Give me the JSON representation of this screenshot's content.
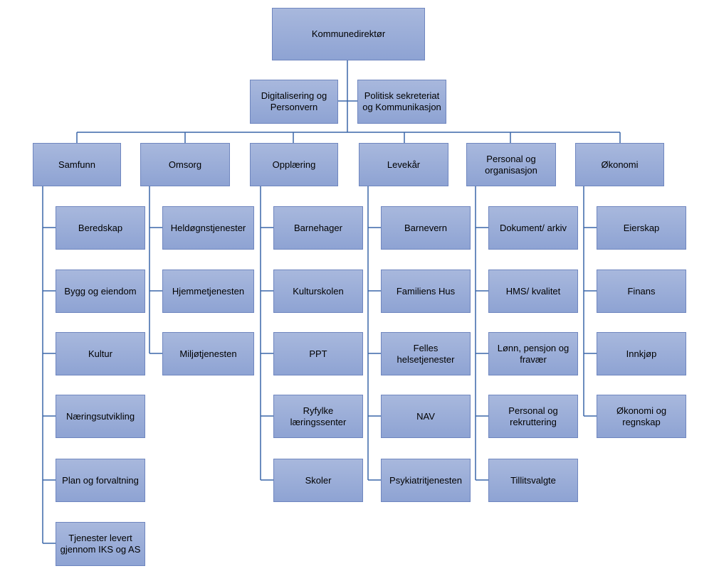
{
  "chart": {
    "top": "Kommunedirektør",
    "staff": [
      "Digitalisering og\nPersonvern",
      "Politisk sekreteriat\nog Kommunikasjon"
    ],
    "divisions": [
      {
        "name": "Samfunn",
        "units": [
          "Beredskap",
          "Bygg og eiendom",
          "Kultur",
          "Næringsutvikling",
          "Plan og forvaltning",
          "Tjenester levert\ngjennom IKS og AS"
        ]
      },
      {
        "name": "Omsorg",
        "units": [
          "Heldøgnstjenester",
          "Hjemmetjenesten",
          "Miljøtjenesten"
        ]
      },
      {
        "name": "Opplæring",
        "units": [
          "Barnehager",
          "Kulturskolen",
          "PPT",
          "Ryfylke\nlæringssenter",
          "Skoler"
        ]
      },
      {
        "name": "Levekår",
        "units": [
          "Barnevern",
          "Familiens Hus",
          "Felles\nhelsetjenester",
          "NAV",
          "Psykiatritjenesten"
        ]
      },
      {
        "name": "Personal og\norganisasjon",
        "units": [
          "Dokument/ arkiv",
          "HMS/ kvalitet",
          "Lønn, pensjon og\nfravær",
          "Personal og\nrekruttering",
          "Tillitsvalgte"
        ]
      },
      {
        "name": "Økonomi",
        "units": [
          "Eierskap",
          "Finans",
          "Innkjøp",
          "Økonomi og\nregnskap"
        ]
      }
    ]
  }
}
